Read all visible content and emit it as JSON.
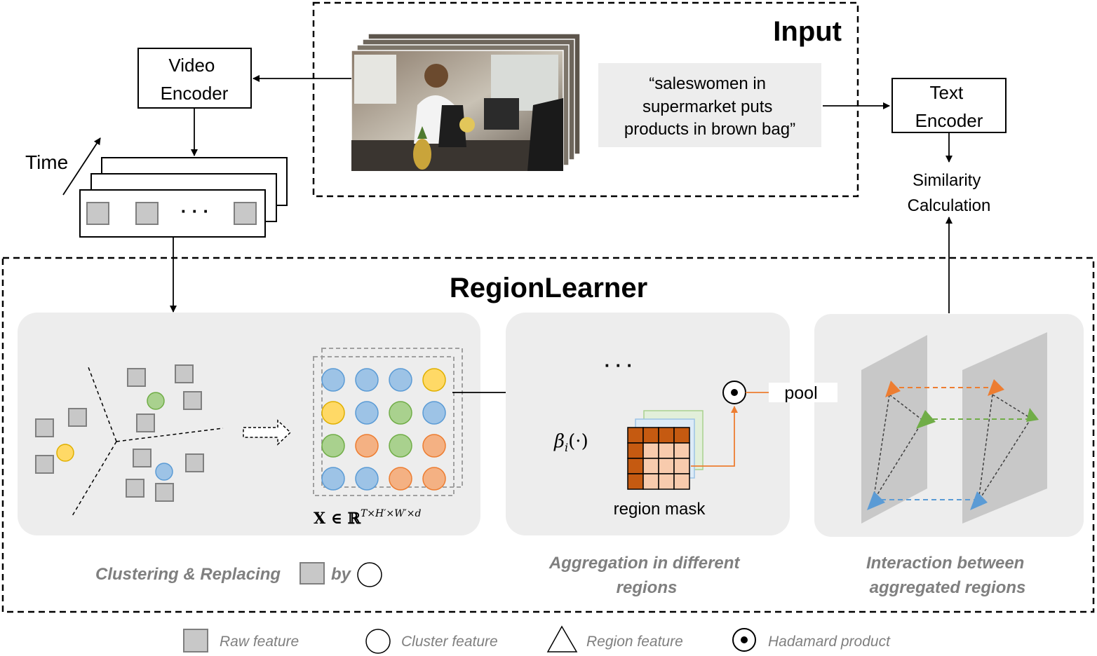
{
  "input": {
    "title": "Input",
    "caption_line1": "“saleswomen in",
    "caption_line2": "supermarket puts",
    "caption_line3": "products in brown bag”"
  },
  "video_encoder": {
    "line1": "Video",
    "line2": "Encoder"
  },
  "text_encoder": {
    "line1": "Text",
    "line2": "Encoder"
  },
  "similarity": {
    "line1": "Similarity",
    "line2": "Calculation"
  },
  "time_label": "Time",
  "feature_ellipsis": "· · ·",
  "region_learner": {
    "title": "RegionLearner",
    "matrix_label": "X ∈ ℝ",
    "matrix_superscript": "T×H′×W′×d",
    "beta_label": "β",
    "beta_sub": "i",
    "beta_arg": "(·)",
    "region_mask_label": "region mask",
    "pool_label": "pool",
    "aggregation_ellipsis": "· · ·",
    "clustering_caption_part1": "Clustering & Replacing",
    "clustering_caption_part2": "by",
    "aggregation_caption_line1": "Aggregation in different",
    "aggregation_caption_line2": "regions",
    "interaction_caption_line1": "Interaction between",
    "interaction_caption_line2": "aggregated regions"
  },
  "legend": {
    "raw": "Raw feature",
    "cluster": "Cluster feature",
    "region": "Region feature",
    "hadamard": "Hadamard product"
  },
  "colors": {
    "blue": "#9dc3e6",
    "yellow": "#ffd966",
    "green": "#a9d18e",
    "orange": "#f4b183",
    "panel": "#ededed",
    "raw_square": "#c8c8c8",
    "arrow_orange": "#ed7d31",
    "arrow_green": "#70ad47",
    "arrow_blue": "#5b9bd5",
    "mask_dark": "#c55a11",
    "mask_light": "#f8cbad",
    "caption_gray": "#7f7f7f"
  },
  "cluster_grid": [
    [
      "blue",
      "blue",
      "blue",
      "yellow"
    ],
    [
      "yellow",
      "blue",
      "green",
      "blue"
    ],
    [
      "green",
      "orange",
      "green",
      "orange"
    ],
    [
      "blue",
      "blue",
      "orange",
      "orange"
    ]
  ],
  "region_mask": [
    [
      1,
      1,
      1,
      1
    ],
    [
      1,
      0,
      0,
      0
    ],
    [
      1,
      0,
      0,
      0
    ],
    [
      1,
      0,
      0,
      0
    ]
  ]
}
